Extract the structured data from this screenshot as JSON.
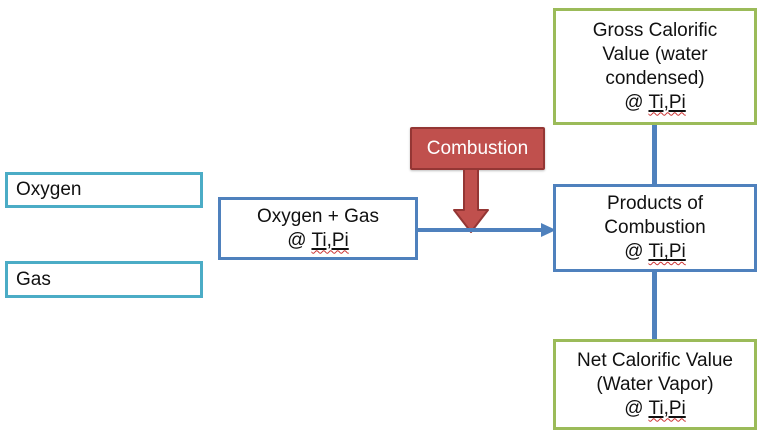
{
  "diagram": {
    "nodes": {
      "oxygen": {
        "label": "Oxygen"
      },
      "gas": {
        "label": "Gas"
      },
      "mixture": {
        "line1": "Oxygen + Gas",
        "at_prefix": "@ ",
        "tipi": "Ti,Pi"
      },
      "combustion": {
        "label": "Combustion"
      },
      "products": {
        "line1": "Products of",
        "line2": "Combustion",
        "at_prefix": "@ ",
        "tipi": "Ti,Pi"
      },
      "gross": {
        "line1": "Gross Calorific",
        "line2": "Value (water",
        "line3": "condensed)",
        "at_prefix": "@ ",
        "tipi": "Ti,Pi"
      },
      "net": {
        "line1": "Net Calorific Value",
        "line2": "(Water Vapor)",
        "at_prefix": "@ ",
        "tipi": "Ti,Pi"
      }
    },
    "colors": {
      "box_border_cyan": "#4bacc6",
      "box_border_blue": "#4f81bd",
      "box_border_green": "#9bbb59",
      "combustion_fill": "#c0504d",
      "combustion_border": "#943634",
      "connector_blue": "#4f81bd",
      "spellcheck_red": "#cc3333",
      "text": "#111111",
      "combustion_text": "#ffffff"
    }
  }
}
